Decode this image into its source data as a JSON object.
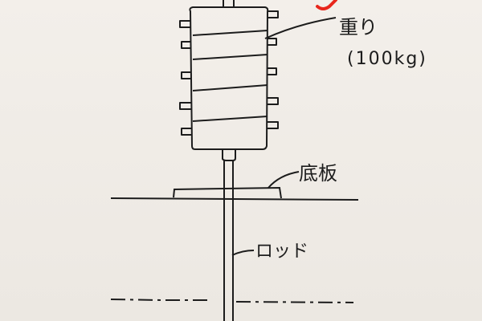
{
  "labels": {
    "weight": "重り",
    "weight_mass": "(100kg)",
    "base_plate": "底板",
    "rod": "ロッド"
  },
  "colors": {
    "ink": "#1c1c1c",
    "paper": "#efebe6",
    "accent": "#e8261c"
  }
}
